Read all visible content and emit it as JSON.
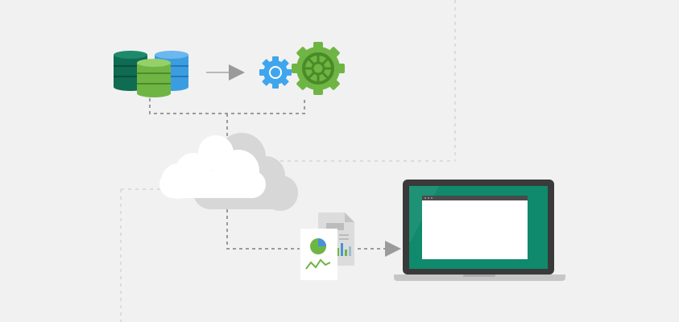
{
  "diagram": {
    "nodes": [
      {
        "id": "databases",
        "icon": "database-stack-icon",
        "colors": [
          "#0f6b52",
          "#3b9de0",
          "#6fb544"
        ]
      },
      {
        "id": "processing",
        "icon": "gears-icon",
        "colors": [
          "#3fa6ee",
          "#6fb544"
        ]
      },
      {
        "id": "cloud",
        "icon": "cloud-icon",
        "colors": [
          "#ffffff",
          "#d7d7d7"
        ]
      },
      {
        "id": "reports",
        "icon": "report-documents-icon",
        "colors": [
          "#ffffff",
          "#dcdcdc",
          "#6fb544",
          "#4a90d9"
        ]
      },
      {
        "id": "laptop",
        "icon": "laptop-icon",
        "colors": [
          "#3a3a3a",
          "#0f8a6c",
          "#ffffff"
        ]
      }
    ],
    "edges": [
      {
        "from": "databases",
        "to": "processing",
        "style": "solid-arrow"
      },
      {
        "from": "databases",
        "to": "cloud",
        "style": "dashed"
      },
      {
        "from": "processing",
        "to": "cloud",
        "style": "dashed"
      },
      {
        "from": "cloud",
        "to": "reports",
        "style": "dashed"
      },
      {
        "from": "reports",
        "to": "laptop",
        "style": "dashed-arrow"
      }
    ],
    "background": "#f1f1f1",
    "line_color": "#9a9a9a",
    "faint_line_color": "#dddddd"
  }
}
